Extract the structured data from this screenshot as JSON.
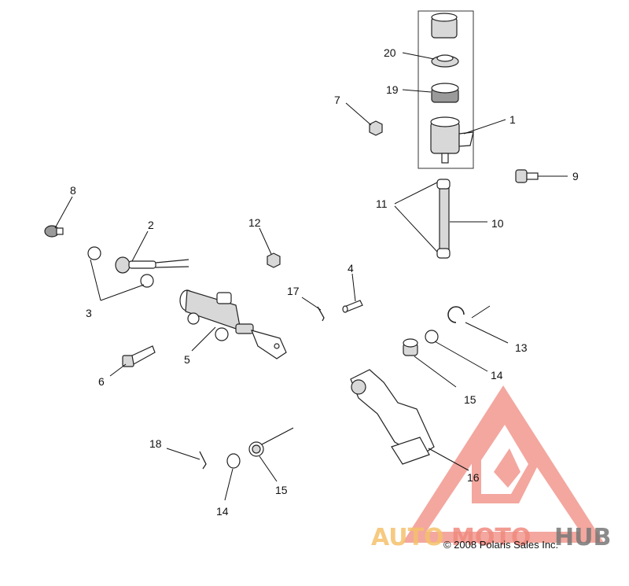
{
  "callouts": {
    "c1": "1",
    "c2": "2",
    "c3": "3",
    "c4": "4",
    "c5": "5",
    "c6": "6",
    "c7": "7",
    "c8": "8",
    "c9": "9",
    "c10": "10",
    "c11": "11",
    "c12": "12",
    "c13": "13",
    "c14a": "14",
    "c14b": "14",
    "c15a": "15",
    "c15b": "15",
    "c16": "16",
    "c17": "17",
    "c18": "18",
    "c19": "19",
    "c20": "20"
  },
  "copyright": "© 2008 Polaris Sales Inc.",
  "watermark": {
    "part1": "AUTO",
    "part2": "MOTO",
    "part3": "HUB"
  },
  "colors": {
    "watermark_red": "#f08a80",
    "watermark_orange": "#f5c16c",
    "watermark_gray": "#777777"
  }
}
